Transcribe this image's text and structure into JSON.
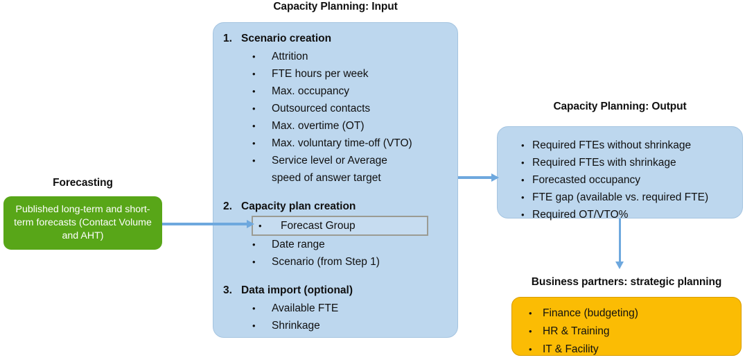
{
  "headings": {
    "input": "Capacity Planning: Input",
    "forecasting": "Forecasting",
    "output": "Capacity Planning: Output",
    "partners": "Business partners: strategic planning"
  },
  "colors": {
    "blue_box": "#bdd7ee",
    "green_box": "#58a618",
    "yellow_box": "#fbbc04",
    "arrow": "#6ea8de",
    "highlight_border": "#9b9b93",
    "text": "#101010"
  },
  "forecasting_box": {
    "text": "Published long-term and short-term forecasts (Contact Volume and AHT)"
  },
  "input_box": {
    "steps": [
      {
        "index": "1.",
        "title": "Scenario creation",
        "items": [
          {
            "text": "Attrition",
            "continuation": "",
            "highlighted": false
          },
          {
            "text": "FTE hours per week",
            "continuation": "",
            "highlighted": false
          },
          {
            "text": "Max. occupancy",
            "continuation": "",
            "highlighted": false
          },
          {
            "text": "Outsourced contacts",
            "continuation": "",
            "highlighted": false
          },
          {
            "text": "Max. overtime (OT)",
            "continuation": "",
            "highlighted": false
          },
          {
            "text": "Max. voluntary time-off (VTO)",
            "continuation": "",
            "highlighted": false
          },
          {
            "text": "Service level or Average",
            "continuation": "speed of answer target",
            "highlighted": false
          }
        ]
      },
      {
        "index": "2.",
        "title": "Capacity plan creation",
        "items": [
          {
            "text": "Forecast Group",
            "continuation": "",
            "highlighted": true
          },
          {
            "text": "Date range",
            "continuation": "",
            "highlighted": false
          },
          {
            "text": "Scenario (from Step 1)",
            "continuation": "",
            "highlighted": false
          }
        ]
      },
      {
        "index": "3.",
        "title": "Data import (optional)",
        "items": [
          {
            "text": "Available FTE",
            "continuation": "",
            "highlighted": false
          },
          {
            "text": "Shrinkage",
            "continuation": "",
            "highlighted": false
          }
        ]
      }
    ]
  },
  "output_box": {
    "items": [
      "Required FTEs without shrinkage",
      "Required FTEs with shrinkage",
      "Forecasted occupancy",
      "FTE gap (available vs. required FTE)",
      "Required OT/VTO%"
    ]
  },
  "partners_box": {
    "items": [
      "Finance (budgeting)",
      "HR & Training",
      "IT & Facility"
    ]
  },
  "bullet_glyph": "•"
}
